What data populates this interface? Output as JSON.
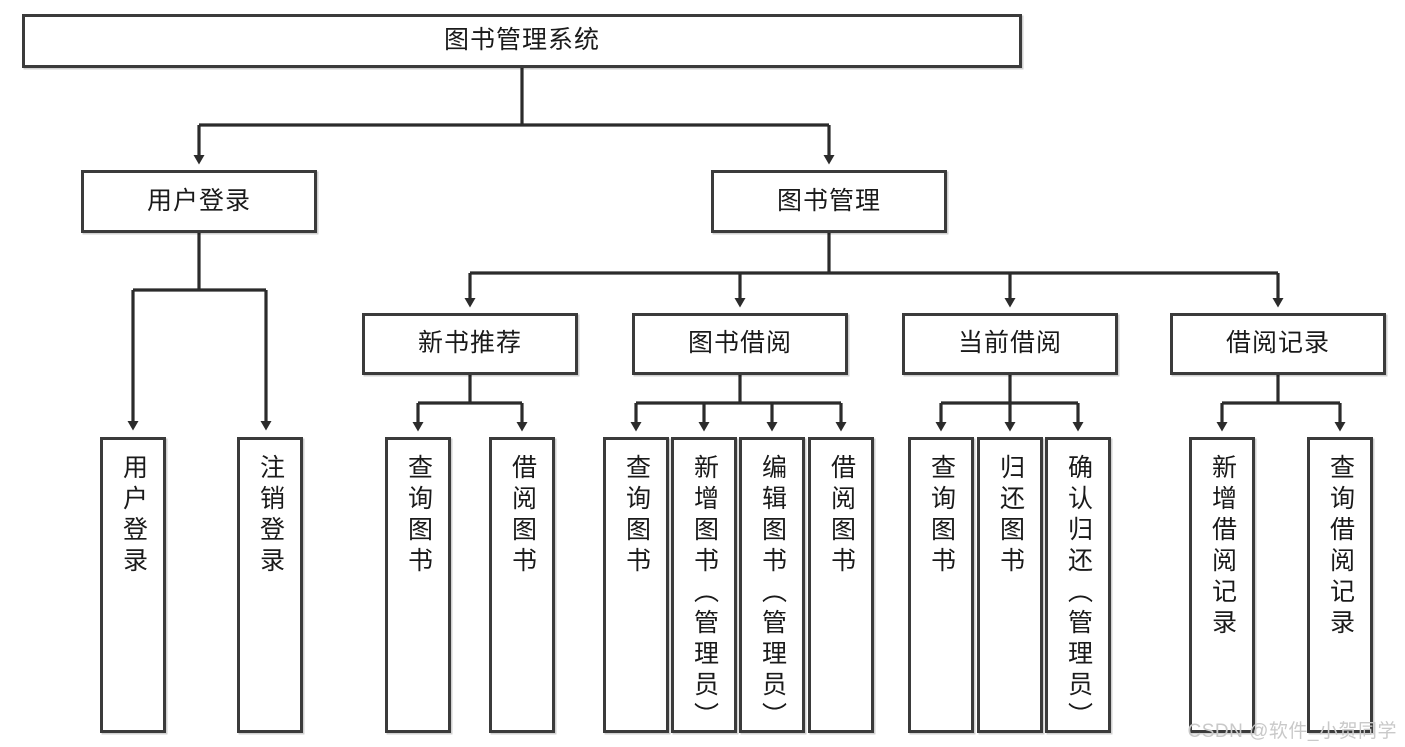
{
  "diagram": {
    "title": "图书管理系统",
    "type": "tree",
    "theme": {
      "background": "#ffffff",
      "box_fill": "#ffffff",
      "box_stroke": "#3b3b3b",
      "connector": "#2b2b2b",
      "text": "#1a1a1a",
      "watermark": "#c9c9c9"
    },
    "root": {
      "label": "图书管理系统"
    },
    "level2": [
      {
        "label": "用户登录"
      },
      {
        "label": "图书管理"
      }
    ],
    "level3": [
      {
        "label": "新书推荐"
      },
      {
        "label": "图书借阅"
      },
      {
        "label": "当前借阅"
      },
      {
        "label": "借阅记录"
      }
    ],
    "leaves": {
      "user_login": [
        {
          "label": "用户登录"
        },
        {
          "label": "注销登录"
        }
      ],
      "new_book": [
        {
          "label": "查询图书"
        },
        {
          "label": "借阅图书"
        }
      ],
      "book_borrow": [
        {
          "label": "查询图书"
        },
        {
          "label": "新增图书（管理员）"
        },
        {
          "label": "编辑图书（管理员）"
        },
        {
          "label": "借阅图书"
        }
      ],
      "current_borrow": [
        {
          "label": "查询图书"
        },
        {
          "label": "归还图书"
        },
        {
          "label": "确认归还（管理员）"
        }
      ],
      "borrow_record": [
        {
          "label": "新增借阅记录"
        },
        {
          "label": "查询借阅记录"
        }
      ]
    },
    "watermark": "CSDN @软件_小贺同学"
  }
}
